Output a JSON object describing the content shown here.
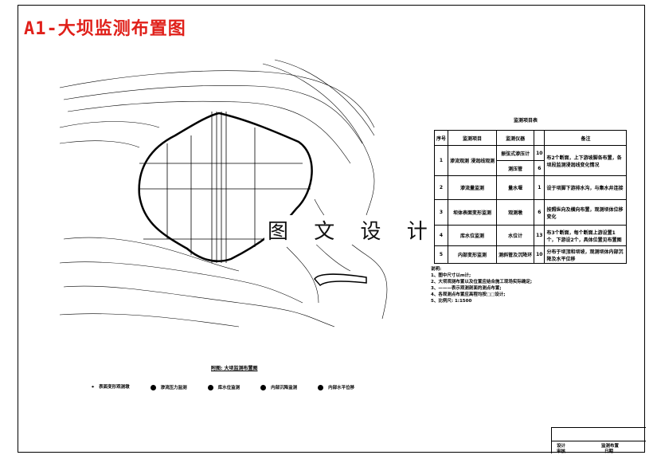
{
  "title": "A1-大坝监测布置图",
  "watermark": "图 文 设 计",
  "table": {
    "caption": "监测项目表",
    "headers": [
      "序号",
      "监测项目",
      "监测仪器",
      "",
      "备注"
    ],
    "rows": [
      {
        "no": "1",
        "item": "渗流观测 浸润线观测",
        "instrument": "振弦式渗压计",
        "qty": "10",
        "remark": "布2个断面，上下游坡脚各布置，各坝段监测浸润线变化情况"
      },
      {
        "no": "",
        "item": "",
        "instrument": "测压管",
        "qty": "6",
        "remark": ""
      },
      {
        "no": "2",
        "item": "渗流量监测",
        "instrument": "量水堰",
        "qty": "1",
        "remark": "设于坝脚下游排水沟，与集水井连接"
      },
      {
        "no": "3",
        "item": "坝体表面变形监测",
        "instrument": "观测墩",
        "qty": "6",
        "remark": "按照纵向及横向布置，观测坝体位移变化"
      },
      {
        "no": "4",
        "item": "库水位监测",
        "instrument": "水位计",
        "qty": "13",
        "remark": "布3个断面，每个断面上游设置1个，下游设2个，具体位置见布置图"
      },
      {
        "no": "5",
        "item": "内部变形监测",
        "instrument": "测斜管及沉降环",
        "qty": "10",
        "remark": "分布于坝顶和坝坡，观测坝体内部沉降及水平位移"
      }
    ]
  },
  "notes": {
    "heading": "说明:",
    "items": [
      "1、图中尺寸以m计;",
      "2、大坝观测布置以及位置应结合施工现场实际确定;",
      "3、———表示观测剖面的测点布置;",
      "4、各观测点布置应高程均按□□设计;",
      "5、比例尺: 1:1500"
    ]
  },
  "plan_caption": "附图: 大坝监测布置图",
  "legend": [
    {
      "icon": "crosshair-icon",
      "label": "表面变形观测墩"
    },
    {
      "icon": "dot-icon",
      "label": "渗流压力监测"
    },
    {
      "icon": "dot-icon",
      "label": "库水位监测"
    },
    {
      "icon": "dot-icon",
      "label": "内部沉降监测"
    },
    {
      "icon": "dot-icon",
      "label": "内部水平位移"
    }
  ],
  "title_block": {
    "r1": [
      "设计",
      "",
      "监测布置"
    ],
    "r2": [
      "审核",
      "",
      "日期"
    ]
  },
  "colors": {
    "title": "#e0201a",
    "lines": "#000000"
  }
}
